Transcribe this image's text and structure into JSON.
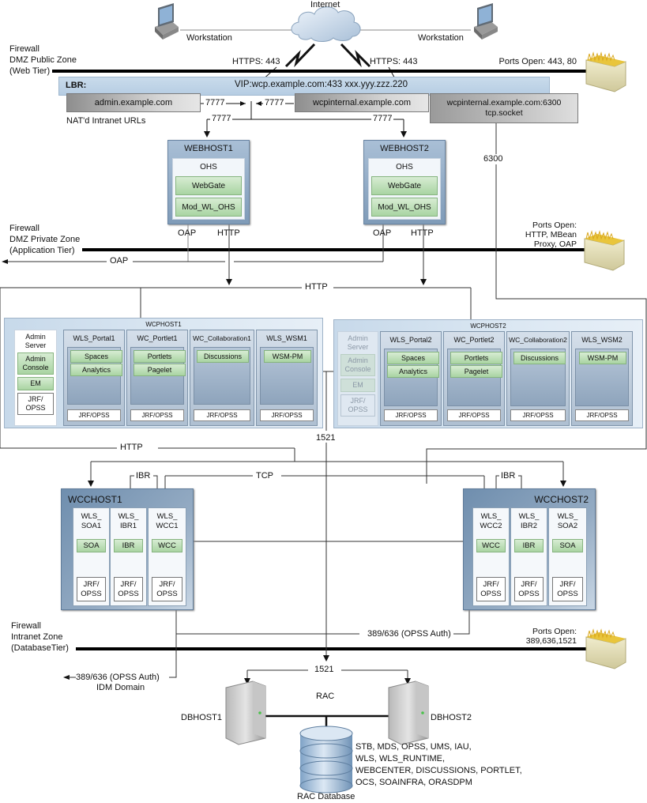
{
  "internet": {
    "label": "Internet"
  },
  "workstations": [
    {
      "label": "Workstation"
    },
    {
      "label": "Workstation"
    }
  ],
  "links": {
    "https_left": "HTTPS: 443",
    "https_right": "HTTPS: 443",
    "port_7777_a": "7777",
    "port_7777_b": "7777",
    "port_7777_c": "7777",
    "port_7777_d": "7777",
    "port_6300": "6300",
    "oap_top_left": "OAP",
    "http_top_left": "HTTP",
    "oap_top_right": "OAP",
    "http_top_right": "HTTP",
    "oap_arrow": "OAP",
    "http_bus": "HTTP",
    "port_1521_mid": "1521",
    "http_lower": "HTTP",
    "ibr_left": "IBR",
    "tcp": "TCP",
    "ibr_right": "IBR",
    "opss_auth_mid": "389/636 (OPSS Auth)",
    "opss_auth_left": "389/636 (OPSS Auth)",
    "idm_domain": "IDM Domain",
    "port_1521_db": "1521"
  },
  "zones": [
    {
      "lines": [
        "Firewall",
        "DMZ Public Zone",
        "(Web Tier)"
      ],
      "ports": [
        "Ports Open: 443, 80"
      ]
    },
    {
      "lines": [
        "Firewall",
        "DMZ Private Zone",
        "(Application Tier)"
      ],
      "ports": [
        "Ports Open:",
        "HTTP, MBean",
        "Proxy, OAP"
      ]
    },
    {
      "lines": [
        "Firewall",
        "Intranet Zone",
        "(DatabaseTier)"
      ],
      "ports": [
        "Ports Open:",
        "389,636,1521"
      ]
    }
  ],
  "lbr": {
    "label": "LBR:",
    "vip": "VIP:wcp.example.com:433  xxx.yyy.zzz.220",
    "urls": [
      "admin.example.com",
      "wcpinternal.example.com"
    ],
    "socket_url": "wcpinternal.example.com:6300",
    "socket_type": "tcp.socket",
    "nat_note": "NAT'd Intranet URLs"
  },
  "webhosts": [
    {
      "name": "WEBHOST1",
      "component": "OHS",
      "modules": [
        "WebGate",
        "Mod_WL_OHS"
      ]
    },
    {
      "name": "WEBHOST2",
      "component": "OHS",
      "modules": [
        "WebGate",
        "Mod_WL_OHS"
      ]
    }
  ],
  "wcphosts": [
    {
      "name": "WCPHOST1",
      "admin": {
        "title": [
          "Admin",
          "Server"
        ],
        "console": [
          "Admin",
          "Console"
        ],
        "em": "EM",
        "jrf": [
          "JRF/",
          "OPSS"
        ],
        "active": true
      },
      "servers": [
        {
          "name": "WLS_Portal1",
          "apps": [
            "Spaces",
            "Analytics"
          ],
          "jrf": "JRF/OPSS"
        },
        {
          "name": "WC_Portlet1",
          "apps": [
            "Portlets",
            "Pagelet"
          ],
          "jrf": "JRF/OPSS"
        },
        {
          "name": "WC_Collaboration1",
          "apps": [
            "Discussions"
          ],
          "jrf": "JRF/OPSS"
        },
        {
          "name": "WLS_WSM1",
          "apps": [
            "WSM-PM"
          ],
          "jrf": "JRF/OPSS"
        }
      ]
    },
    {
      "name": "WCPHOST2",
      "admin": {
        "title": [
          "Admin",
          "Server"
        ],
        "console": [
          "Admin",
          "Console"
        ],
        "em": "EM",
        "jrf": [
          "JRF/",
          "OPSS"
        ],
        "active": false
      },
      "servers": [
        {
          "name": "WLS_Portal2",
          "apps": [
            "Spaces",
            "Analytics"
          ],
          "jrf": "JRF/OPSS"
        },
        {
          "name": "WC_Portlet2",
          "apps": [
            "Portlets",
            "Pagelet"
          ],
          "jrf": "JRF/OPSS"
        },
        {
          "name": "WC_Collaboration2",
          "apps": [
            "Discussions"
          ],
          "jrf": "JRF/OPSS"
        },
        {
          "name": "WLS_WSM2",
          "apps": [
            "WSM-PM"
          ],
          "jrf": "JRF/OPSS"
        }
      ]
    }
  ],
  "wcchosts": [
    {
      "name": "WCCHOST1",
      "servers": [
        {
          "name": [
            "WLS_",
            "SOA1"
          ],
          "app": "SOA",
          "jrf": [
            "JRF/",
            "OPSS"
          ]
        },
        {
          "name": [
            "WLS_",
            "IBR1"
          ],
          "app": "IBR",
          "jrf": [
            "JRF/",
            "OPSS"
          ]
        },
        {
          "name": [
            "WLS_",
            "WCC1"
          ],
          "app": "WCC",
          "jrf": [
            "JRF/",
            "OPSS"
          ]
        }
      ]
    },
    {
      "name": "WCCHOST2",
      "servers": [
        {
          "name": [
            "WLS_",
            "WCC2"
          ],
          "app": "WCC",
          "jrf": [
            "JRF/",
            "OPSS"
          ]
        },
        {
          "name": [
            "WLS_",
            "IBR2"
          ],
          "app": "IBR",
          "jrf": [
            "JRF/",
            "OPSS"
          ]
        },
        {
          "name": [
            "WLS_",
            "SOA2"
          ],
          "app": "SOA",
          "jrf": [
            "JRF/",
            "OPSS"
          ]
        }
      ]
    }
  ],
  "database": {
    "rac_label": "RAC",
    "hosts": [
      "DBHOST1",
      "DBHOST2"
    ],
    "db_label": "RAC Database",
    "schemas": [
      "STB, MDS, OPSS, UMS, IAU,",
      "WLS, WLS_RUNTIME,",
      "WEBCENTER, DISCUSSIONS, PORTLET,",
      "OCS, SOAINFRA, ORASDPM"
    ]
  },
  "colors": {
    "green_module": "#b9dcb3",
    "host_blue": "#8fa9c4",
    "lbr_blue": "#c2d6e9",
    "firewall_line": "#000000",
    "wire": "#333333"
  }
}
